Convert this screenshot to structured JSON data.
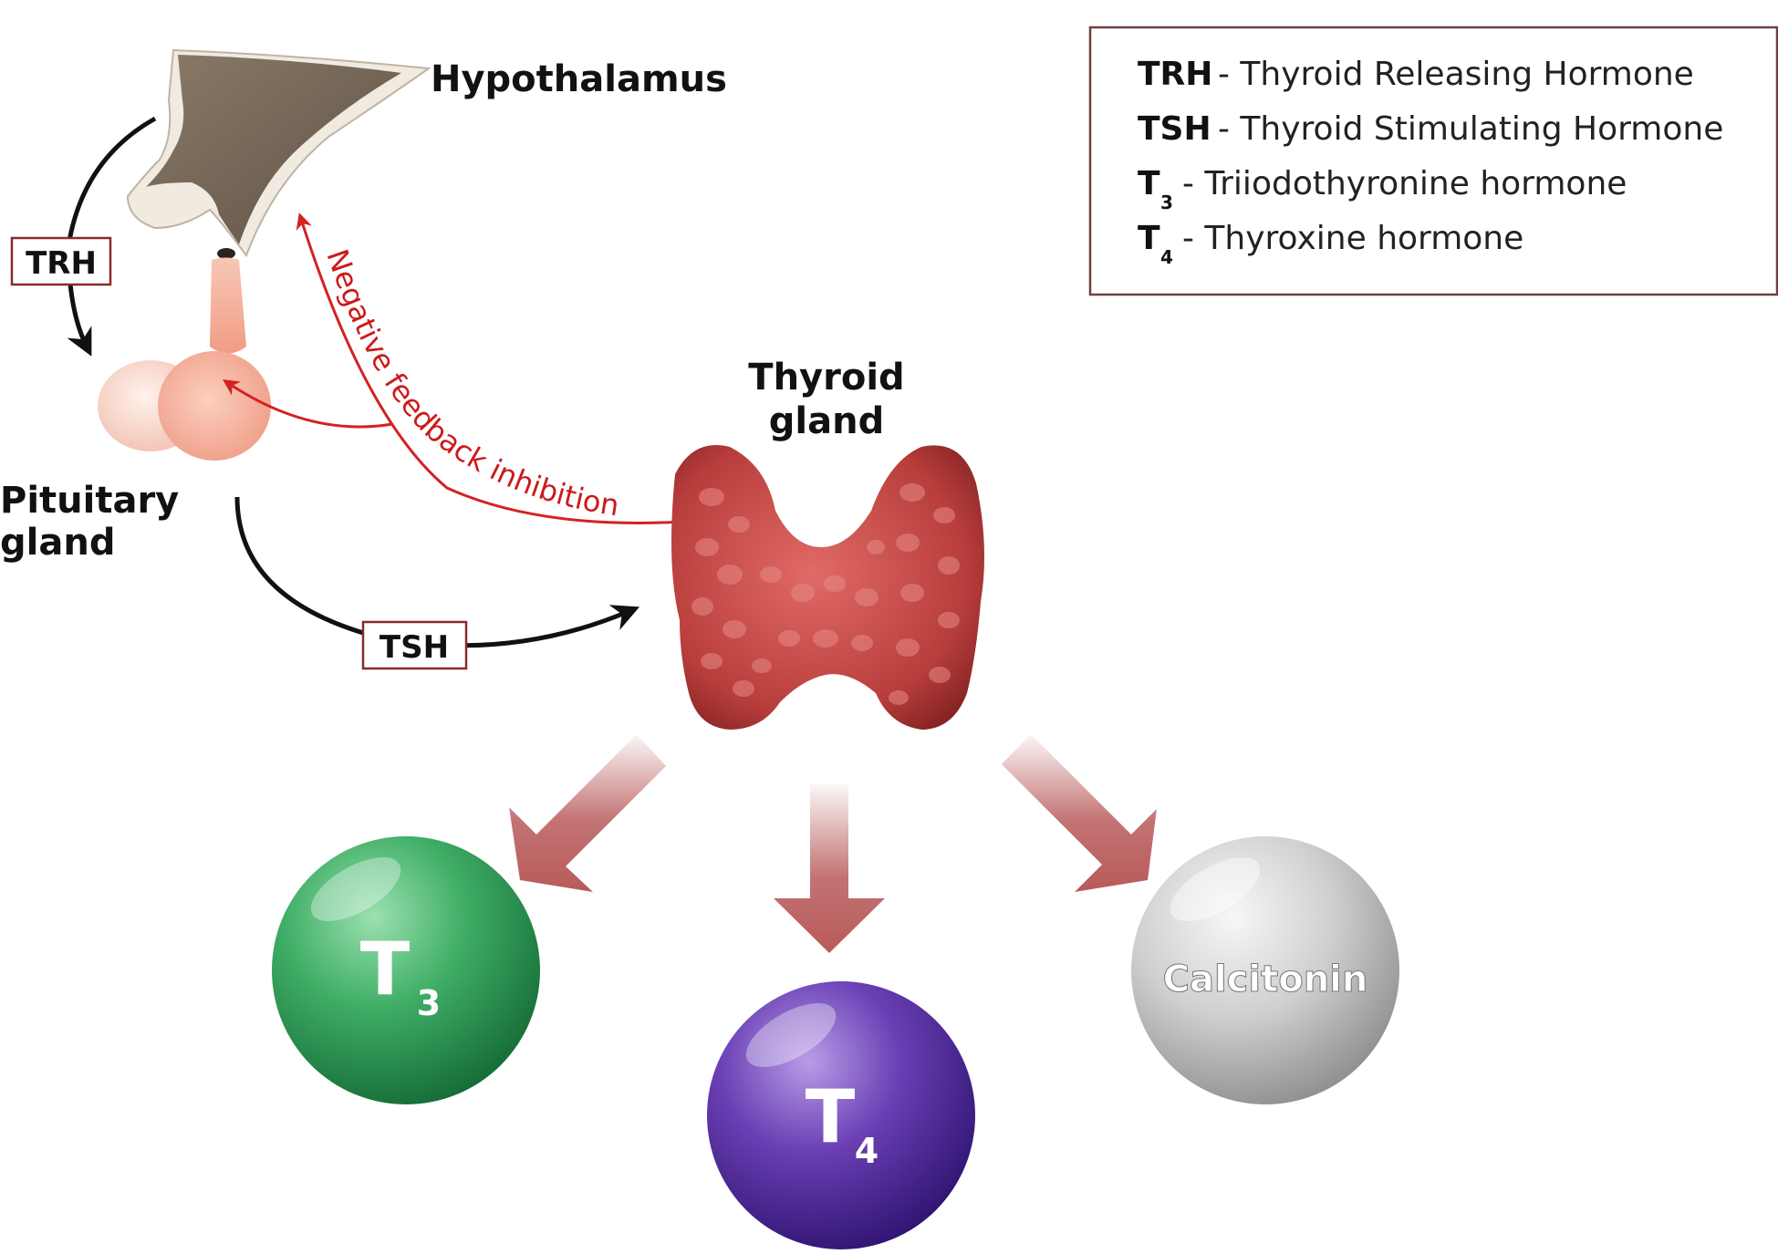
{
  "labels": {
    "hypothalamus": "Hypothalamus",
    "pituitary_line1": "Pituitary",
    "pituitary_line2": "gland",
    "thyroid_line1": "Thyroid",
    "thyroid_line2": "gland",
    "trh_box": "TRH",
    "tsh_box": "TSH",
    "feedback": "Negative feedback inhibition"
  },
  "legend": {
    "items": [
      {
        "term": "TRH",
        "sub": "",
        "definition": "- Thyroid Releasing Hormone"
      },
      {
        "term": "TSH",
        "sub": "",
        "definition": "- Thyroid Stimulating Hormone"
      },
      {
        "term": "T",
        "sub": "3",
        "definition": "- Triiodothyronine hormone"
      },
      {
        "term": "T",
        "sub": "4",
        "definition": "- Thyroxine hormone"
      }
    ]
  },
  "hormones": {
    "t3": {
      "main": "T",
      "sub": "3"
    },
    "t4": {
      "main": "T",
      "sub": "4"
    },
    "calcitonin": {
      "main": "Calcitonin"
    }
  },
  "colors": {
    "feedback_red": "#d42121",
    "t3_green": "#2f9e57",
    "t4_purple": "#5a2fa0",
    "calcitonin_gray": "#c8c8c8",
    "thyroid_red": "#b8403f"
  }
}
